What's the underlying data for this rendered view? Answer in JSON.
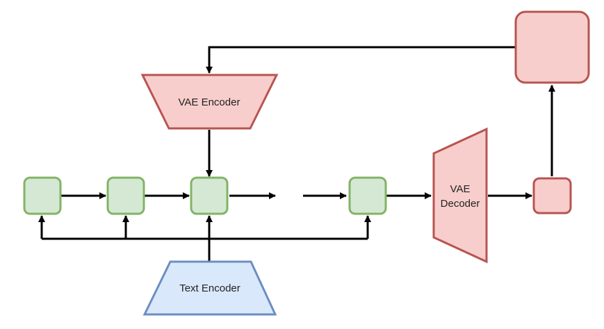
{
  "diagram": {
    "vae_encoder_label": "VAE Encoder",
    "vae_decoder_label_line1": "VAE",
    "vae_decoder_label_line2": "Decoder",
    "text_encoder_label": "Text Encoder"
  },
  "colors": {
    "green_fill": "#d5e8d4",
    "green_stroke": "#82b366",
    "red_fill": "#f8cecc",
    "red_stroke": "#b85450",
    "blue_fill": "#dae8fc",
    "blue_stroke": "#6c8ebf",
    "line": "#000000"
  }
}
